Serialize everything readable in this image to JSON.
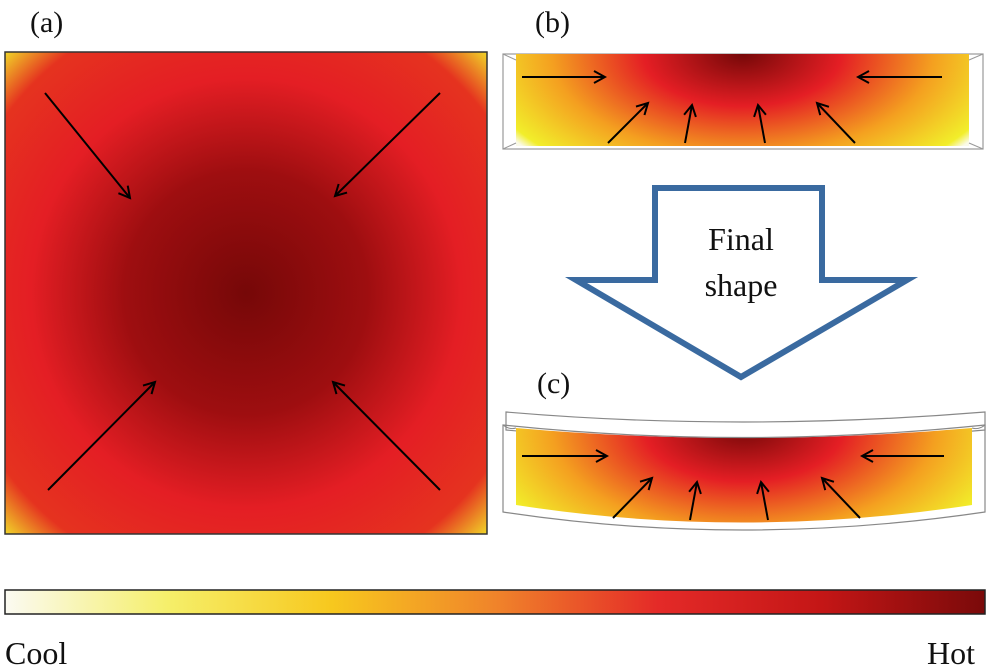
{
  "panels": {
    "a": {
      "label": "(a)"
    },
    "b": {
      "label": "(b)"
    },
    "c": {
      "label": "(c)"
    }
  },
  "final_arrow": {
    "line1": "Final",
    "line2": "shape"
  },
  "colorbar": {
    "left_label": "Cool",
    "right_label": "Hot",
    "stops": [
      "#fbfaf2",
      "#f5ef6a",
      "#f7c81e",
      "#f0842a",
      "#e42a28",
      "#c41616",
      "#7a0a0a"
    ]
  },
  "heat_colors": {
    "hot": "#760808",
    "warm": "#e41e24",
    "cool": "#f2ee2a",
    "coldest": "#fafae8"
  },
  "arrow_color": "#3a6aa0"
}
